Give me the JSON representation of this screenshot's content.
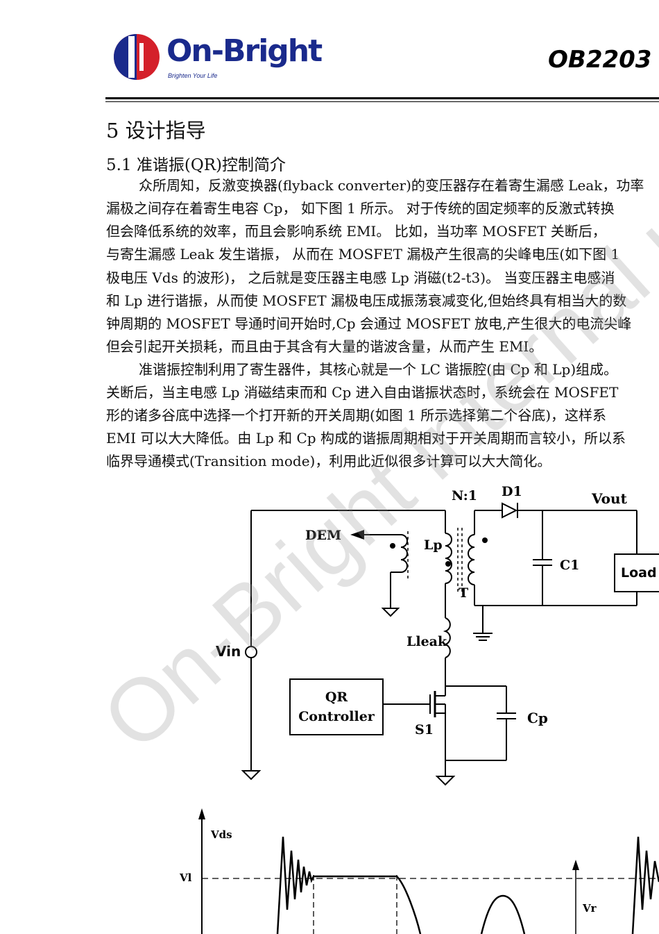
{
  "header": {
    "brand": "On-Bright",
    "tagline": "Brighten Your Life",
    "model": "OB2203 ·"
  },
  "section": {
    "title": "5  设计指导",
    "subtitle": "5.1  准谐振(QR)控制简介"
  },
  "paragraph_lines": [
    "众所周知，反激变换器(flyback converter)的变压器存在着寄生漏感 Leak，功率",
    "漏极之间存在着寄生电容 Cp，  如下图 1 所示。  对于传统的固定频率的反激式转换",
    "但会降低系统的效率，而且会影响系统 EMI。  比如，当功率 MOSFET 关断后，",
    "与寄生漏感 Leak 发生谐振，  从而在 MOSFET 漏极产生很高的尖峰电压(如下图 1",
    "极电压 Vds 的波形)，  之后就是变压器主电感 Lp 消磁(t2-t3)。  当变压器主电感消",
    "和 Lp 进行谐振，从而使 MOSFET 漏极电压成振荡衰减变化,但始终具有相当大的数",
    "钟周期的 MOSFET 导通时间开始时,Cp 会通过 MOSFET 放电,产生很大的电流尖峰",
    "但会引起开关损耗，而且由于其含有大量的谐波含量，从而产生 EMI。",
    "准谐振控制利用了寄生器件，其核心就是一个 LC  谐振腔(由 Cp 和 Lp)组成。",
    "关断后，当主电感 Lp 消磁结束而和 Cp 进入自由谐振状态时，系统会在 MOSFET",
    "形的诸多谷底中选择一个打开新的开关周期(如图  1  所示选择第二个谷底)，这样系",
    "EMI 可以大大降低。由 Lp 和 Cp 构成的谐振周期相对于开关周期而言较小，所以系",
    "临界导通模式(Transition mode)，利用此近似很多计算可以大大简化。"
  ],
  "schematic": {
    "n_ratio": "N:1",
    "diode": "D1",
    "vout": "Vout",
    "dem": "DEM",
    "lp": "Lp",
    "cap_out": "C1",
    "load": "Load",
    "transformer": "T",
    "leak": "Lleak",
    "vin": "Vin",
    "controller_line1": "QR",
    "controller_line2": "Controller",
    "switch": "S1",
    "cp": "Cp"
  },
  "waveform": {
    "ylabel": "Vds",
    "level1": "Vl",
    "level2": "Vr"
  },
  "watermark": "On-Bright internal use"
}
